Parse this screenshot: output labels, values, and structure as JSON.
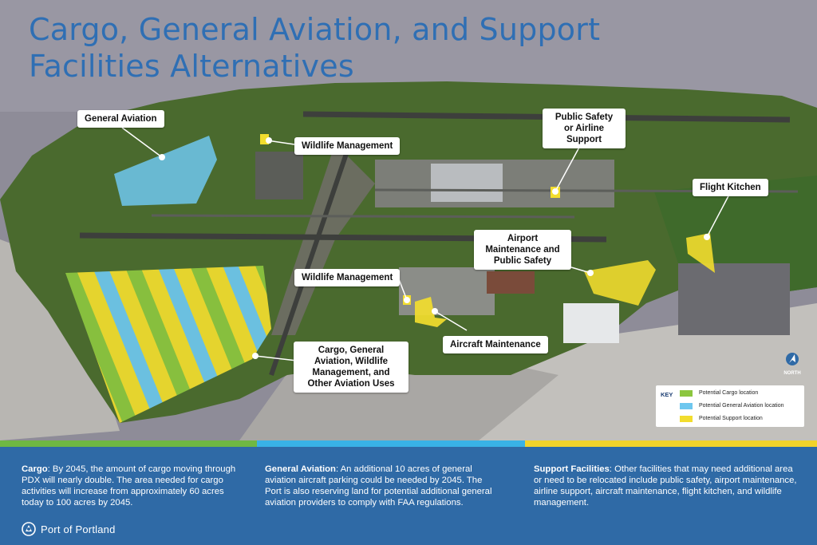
{
  "title": "Cargo, General Aviation, and Support Facilities Alternatives",
  "map": {
    "callouts": {
      "general_aviation": "General Aviation",
      "wildlife_management_north": "Wildlife Management",
      "public_safety": "Public Safety or Airline Support",
      "flight_kitchen": "Flight Kitchen",
      "airport_maintenance": "Airport Maintenance and Public Safety",
      "wildlife_management_south": "Wildlife Management",
      "aircraft_maintenance": "Aircraft Maintenance",
      "cargo_ga_combined": "Cargo, General Aviation, Wildlife Management, and Other Aviation Uses"
    },
    "north_arrow_label": "NORTH"
  },
  "legend": {
    "key_label": "KEY",
    "items": [
      {
        "label": "Potential Cargo location",
        "color": "#8cc63f"
      },
      {
        "label": "Potential General Aviation location",
        "color": "#6ec7ef"
      },
      {
        "label": "Potential Support location",
        "color": "#f2dd2e"
      }
    ]
  },
  "colors": {
    "title": "#2f6fb4",
    "footer_bg": "#2f6aa6",
    "stripe_green": "#6fb843",
    "stripe_blue": "#39b2e6",
    "stripe_yellow": "#f2d32b"
  },
  "footer": {
    "cargo": {
      "heading": "Cargo",
      "text": ": By 2045, the amount of cargo moving through PDX will nearly double. The area needed for cargo activities will increase from approximately 60 acres today to 100 acres by 2045."
    },
    "general_aviation": {
      "heading": "General Aviation",
      "text": ": An additional 10 acres of general aviation aircraft parking could be needed by 2045. The Port is also reserving land for potential additional general aviation providers to comply with FAA regulations."
    },
    "support": {
      "heading": "Support Facilities",
      "text": ": Other facilities that may need additional area or need to be relocated include public safety, airport maintenance, airline support, aircraft maintenance, flight kitchen, and wildlife management."
    },
    "logo_text": "Port of Portland",
    "logo_icon": "port-of-portland-logo-icon"
  }
}
